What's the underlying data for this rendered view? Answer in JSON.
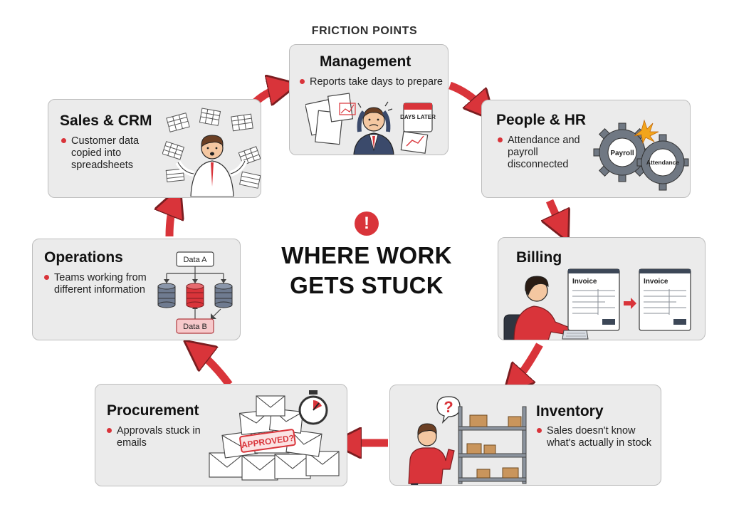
{
  "kicker": "FRICTION POINTS",
  "center": {
    "line1": "WHERE WORK",
    "line2": "GETS STUCK",
    "alert_glyph": "!"
  },
  "colors": {
    "accent": "#d9343a",
    "card_bg": "#ebebeb",
    "card_border": "#bdbdbd"
  },
  "cards": {
    "management": {
      "title": "Management",
      "desc": "Reports take days to prepare",
      "sign": "DAYS LATER"
    },
    "people_hr": {
      "title": "People & HR",
      "desc": "Attendance and payroll disconnected",
      "gear_a": "Payroll",
      "gear_b": "Attendance"
    },
    "billing": {
      "title": "Billing",
      "invoice_a": "Invoice",
      "invoice_b": "Invoice"
    },
    "inventory": {
      "title": "Inventory",
      "desc": "Sales doesn't know what's actually in stock",
      "glyph": "?"
    },
    "procurement": {
      "title": "Procurement",
      "desc": "Approvals stuck in emails",
      "stamp": "APPROVED?"
    },
    "operations": {
      "title": "Operations",
      "desc": "Teams working from different information",
      "node_a": "Data A",
      "node_b": "Data B"
    },
    "sales_crm": {
      "title": "Sales & CRM",
      "desc": "Customer data copied into spreadsheets"
    }
  }
}
